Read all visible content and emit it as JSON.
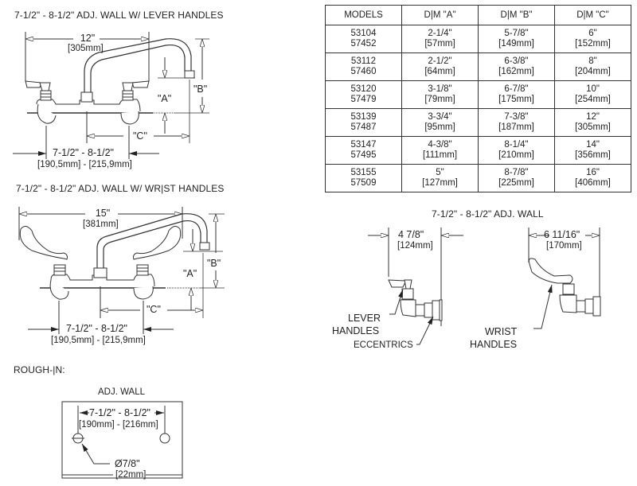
{
  "lever_faucet": {
    "title": "7-1/2\" - 8-1/2\"  ADJ. WALL W/ LEVER HANDLES",
    "spout_reach": "12\"",
    "spout_reach_mm": "[305mm]",
    "label_a": "\"A\"",
    "label_b": "\"B\"",
    "label_c": "\"C\"",
    "centers": "7-1/2\" - 8-1/2\"",
    "centers_mm": "[190,5mm] - [215,9mm]"
  },
  "wrist_faucet": {
    "title": "7-1/2\" - 8-1/2\"  ADJ. WALL W/  WR|ST HANDLES",
    "spout_reach": "15\"",
    "spout_reach_mm": "[381mm]",
    "label_a": "\"A\"",
    "label_b": "\"B\"",
    "label_c": "\"C\"",
    "centers": "7-1/2\" - 8-1/2\"",
    "centers_mm": "[190,5mm] - [215,9mm]"
  },
  "table": {
    "headers": [
      "MODELS",
      "D|M \"A\"",
      "D|M \"B\"",
      "D|M \"C\""
    ],
    "rows": [
      {
        "models": [
          "53104",
          "57452"
        ],
        "a": [
          "2-1/4\"",
          "[57mm]"
        ],
        "b": [
          "5-7/8\"",
          "[149mm]"
        ],
        "c": [
          "6\"",
          "[152mm]"
        ]
      },
      {
        "models": [
          "53112",
          "57460"
        ],
        "a": [
          "2-1/2\"",
          "[64mm]"
        ],
        "b": [
          "6-3/8\"",
          "[162mm]"
        ],
        "c": [
          "8\"",
          "[204mm]"
        ]
      },
      {
        "models": [
          "53120",
          "57479"
        ],
        "a": [
          "3-1/8\"",
          "[79mm]"
        ],
        "b": [
          "6-7/8\"",
          "[175mm]"
        ],
        "c": [
          "10\"",
          "[254mm]"
        ]
      },
      {
        "models": [
          "53139",
          "57487"
        ],
        "a": [
          "3-3/4\"",
          "[95mm]"
        ],
        "b": [
          "7-3/8\"",
          "[187mm]"
        ],
        "c": [
          "12\"",
          "[305mm]"
        ]
      },
      {
        "models": [
          "53147",
          "57495"
        ],
        "a": [
          "4-3/8\"",
          "[111mm]"
        ],
        "b": [
          "8-1/4\"",
          "[210mm]"
        ],
        "c": [
          "14\"",
          "[356mm]"
        ]
      },
      {
        "models": [
          "53155",
          "57509"
        ],
        "a": [
          "5\"",
          "[127mm]"
        ],
        "b": [
          "8-7/8\"",
          "[225mm]"
        ],
        "c": [
          "16\"",
          "[406mm]"
        ]
      }
    ]
  },
  "side_view": {
    "title": "7-1/2\" - 8-1/2\"  ADJ. WALL",
    "lever_depth": "4 7/8\"",
    "lever_depth_mm": "[124mm]",
    "wrist_depth": "6 11/16\"",
    "wrist_depth_mm": "[170mm]",
    "lever_label_1": "LEVER",
    "lever_label_2": "HANDLES",
    "eccentrics_label": "ECCENTRICS",
    "wrist_label_1": "WRIST",
    "wrist_label_2": "HANDLES"
  },
  "rough_in": {
    "title": "ROUGH-|N:",
    "subtitle": "ADJ. WALL",
    "centers": "7-1/2\" - 8-1/2\"",
    "centers_mm": "[190mm] - [216mm]",
    "hole_dia": "Ø7/8\"",
    "hole_dia_mm": "[22mm]"
  }
}
